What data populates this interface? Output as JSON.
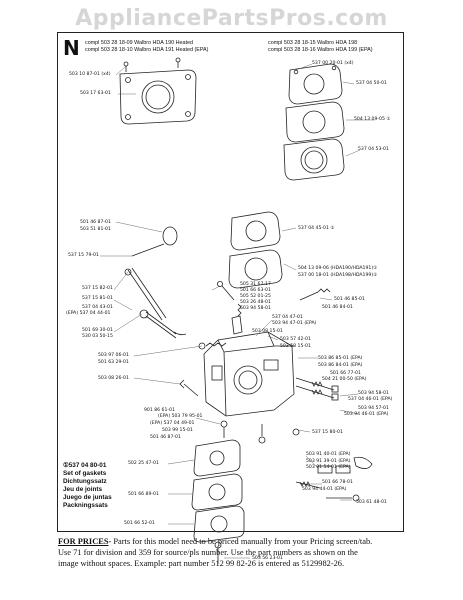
{
  "watermark": "AppliancePartsPros.com",
  "section_letter": "N",
  "header": {
    "left_line1": "compl 503 28 18-09 Walbro HDA 190 Heated",
    "left_line2": "compl 503 28 18-10 Walbro HDA 191 Heated (EPA)",
    "right_line1": "compl 503 28 18-15 Walbro HDA 198",
    "right_line2": "compl 503 28 18-16 Walbro HDA 199 (EPA)"
  },
  "labels": {
    "l01": "503 10 87-01 (x4)",
    "l02": "503 17 63-01",
    "l03": "537 00 20-01 (x4)",
    "l04": "537 04 50-01",
    "l05": "504 13 09-05 ①",
    "l06": "537 04 53-01",
    "l07": "501 46 87-01",
    "l08": "503 51 81-01",
    "l09": "537 04 45-01 ①",
    "l10": "537 15 79-01",
    "l11": "504 13 09-06 (HDA190/HDA191)①",
    "l12": "537 00 18-01 (HDA198/HDA199)①",
    "l13": "537 15 82-01",
    "l14": "537 15 81-01",
    "l15": "537 04 43-01",
    "l16": "(EPA) 537 04 44-01",
    "l17": "501 69 30-01",
    "l18": "530 03 50-15",
    "l19": "505 31 67-17",
    "l20": "501 66 63-01",
    "l21": "505 52 01-25",
    "l22": "503 26 48-01",
    "l23": "503 94 58-01",
    "l24": "501 46 85-01",
    "l25": "501 46 84-01",
    "l26": "537 04 47-01",
    "l27": "503 94 47-01 (EPA)",
    "l28": "503 08 15-01",
    "l29": "503 57 42-01",
    "l30": "503 58 15-01",
    "l31": "503 97 06-01",
    "l32": "501 63 29-01",
    "l33": "503 08 26-01",
    "l34": "503 86 85-01 (EPA)",
    "l35": "503 86 84-01 (EPA)",
    "l36": "501 66 77-01",
    "l37": "504 21 00-50 (EPA)",
    "l38": "503 94 58-01",
    "l39": "537 04 46-01 (EPA)",
    "l40": "503 94 57-01",
    "l41": "503 94 46-01 (EPA)",
    "l42": "901 86 61-01",
    "l43": "(EPA) 503 79 95-01",
    "l44": "(EPA) 537 04 49-01",
    "l45": "503 99 15-01",
    "l46": "501 46 87-01",
    "l47": "537 15 80-01",
    "l48": "503 91 40-01 (EPA)",
    "l49": "503 91 39-01 (EPA)",
    "l50": "503 91 54-01 (EPA)",
    "l51": "502 25 47-01",
    "l52": "501 66 89-01",
    "l53": "501 66 78-01",
    "l54": "503 94 44-01 (EPA)",
    "l55": "503 61 48-01",
    "l56": "501 66 52-01",
    "l57": "503 56 23-01"
  },
  "gasket_set": {
    "part": "①537 04 80-01",
    "en": "Set of gaskets",
    "de": "Dichtungssatz",
    "fr": "Jeu de joints",
    "es": "Juego de juntas",
    "sv": "Packningssats"
  },
  "footer": {
    "lead": "FOR PRICES",
    "text1": "- Parts for this model need to be priced manually from your Pricing screen/tab.",
    "text2": "Use 71 for division and 359 for source/pls number.  Use the part numbers as shown on the",
    "text3": "image without spaces. Example: part number 512 99 82-26 is entered as 5129982-26."
  }
}
